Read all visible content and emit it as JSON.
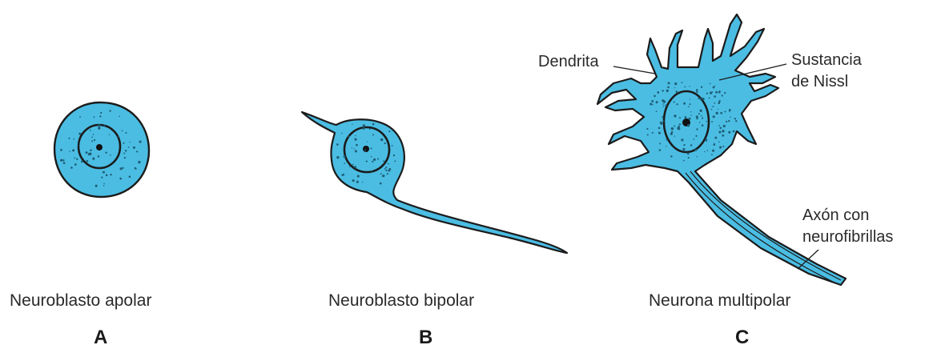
{
  "panels": [
    {
      "caption": "Neuroblasto apolar",
      "letter": "A"
    },
    {
      "caption": "Neuroblasto bipolar",
      "letter": "B"
    },
    {
      "caption": "Neurona multipolar",
      "letter": "C"
    }
  ],
  "callouts": {
    "dendrite": "Dendrita",
    "nissl_line1": "Sustancia",
    "nissl_line2": "de Nissl",
    "axon_line1": "Axón con",
    "axon_line2": "neurofibrillas"
  },
  "colors": {
    "cell_fill": "#4bbde3",
    "outline": "#1b1b1b",
    "stipple": "#1f5f78"
  }
}
